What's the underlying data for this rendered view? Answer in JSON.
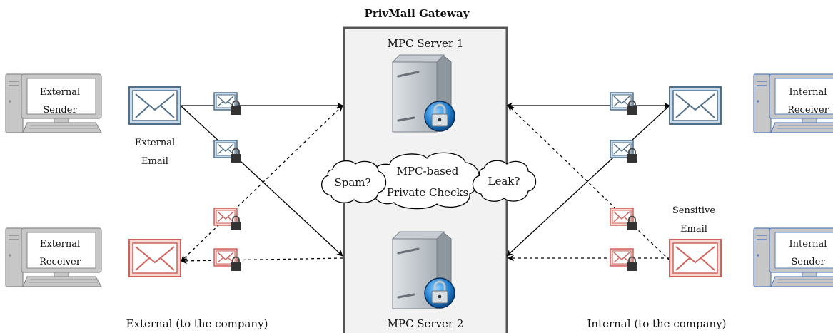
{
  "gateway": {
    "title": "PrivMail Gateway",
    "server1_label": "MPC Server 1",
    "server2_label": "MPC Server 2",
    "checks_line1": "MPC-based",
    "checks_line2": "Private Checks",
    "spam_label": "Spam?",
    "leak_label": "Leak?"
  },
  "left": {
    "sender_line1": "External",
    "sender_line2": "Sender",
    "receiver_line1": "External",
    "receiver_line2": "Receiver",
    "email_line1": "External",
    "email_line2": "Email",
    "zone_label": "External (to the company)"
  },
  "right": {
    "receiver_line1": "Internal",
    "receiver_line2": "Receiver",
    "sender_line1": "Internal",
    "sender_line2": "Sender",
    "email_line1": "Sensitive",
    "email_line2": "Email",
    "zone_label": "Internal (to the company)"
  },
  "colors": {
    "blue_envelope_fill": "#c9dbe8",
    "blue_envelope_stroke": "#4f6f8a",
    "red_envelope_fill": "#f8d7d4",
    "red_envelope_stroke": "#d0605a",
    "gateway_fill": "#f2f2f2",
    "gateway_stroke": "#555555",
    "external_computer": "#b0b0b0",
    "internal_computer": "#5a7fc0"
  },
  "icons": [
    "computer-icon",
    "envelope-icon",
    "padlock-icon",
    "server-icon",
    "cloud-shape"
  ]
}
